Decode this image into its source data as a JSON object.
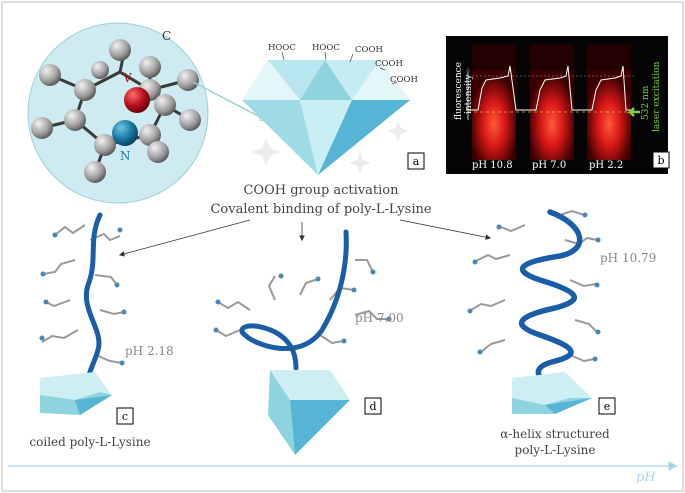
{
  "panels": {
    "a": "a",
    "b": "b",
    "c": "c",
    "d": "d",
    "e": "e"
  },
  "nv_center": {
    "c_label": "C",
    "v_label": "V",
    "n_label": "N"
  },
  "diamond_groups": [
    "HOOC",
    "HOOC",
    "COOH",
    "COOH",
    "COOH"
  ],
  "fluorescence": {
    "axis_label_1": "fluorescence",
    "axis_label_2": "intensity",
    "laser_1": "532 nm",
    "laser_2": "laser excitation",
    "ph_labels": [
      "pH 10.8",
      "pH 7.0",
      "pH 2.2"
    ]
  },
  "captions": {
    "activation": "COOH group activation",
    "binding": "Covalent binding of poly-L-Lysine",
    "coiled": "coiled poly-L-Lysine",
    "helix_1": "α-helix structured",
    "helix_2": "poly-L-Lysine"
  },
  "ph_values": {
    "c": "pH 2.18",
    "d": "pH 7.00",
    "e": "pH 10.79"
  },
  "axis": {
    "label": "pH"
  },
  "colors": {
    "diamond_light": "#cdeef3",
    "diamond_mid": "#8fd3df",
    "diamond_dark": "#56b4d4",
    "strand": "#1a5ea8",
    "nv_circle": "#cdebf0",
    "vacancy": "#b3111c",
    "nitrogen": "#1a7aa3",
    "axis": "#a9d4ee"
  }
}
